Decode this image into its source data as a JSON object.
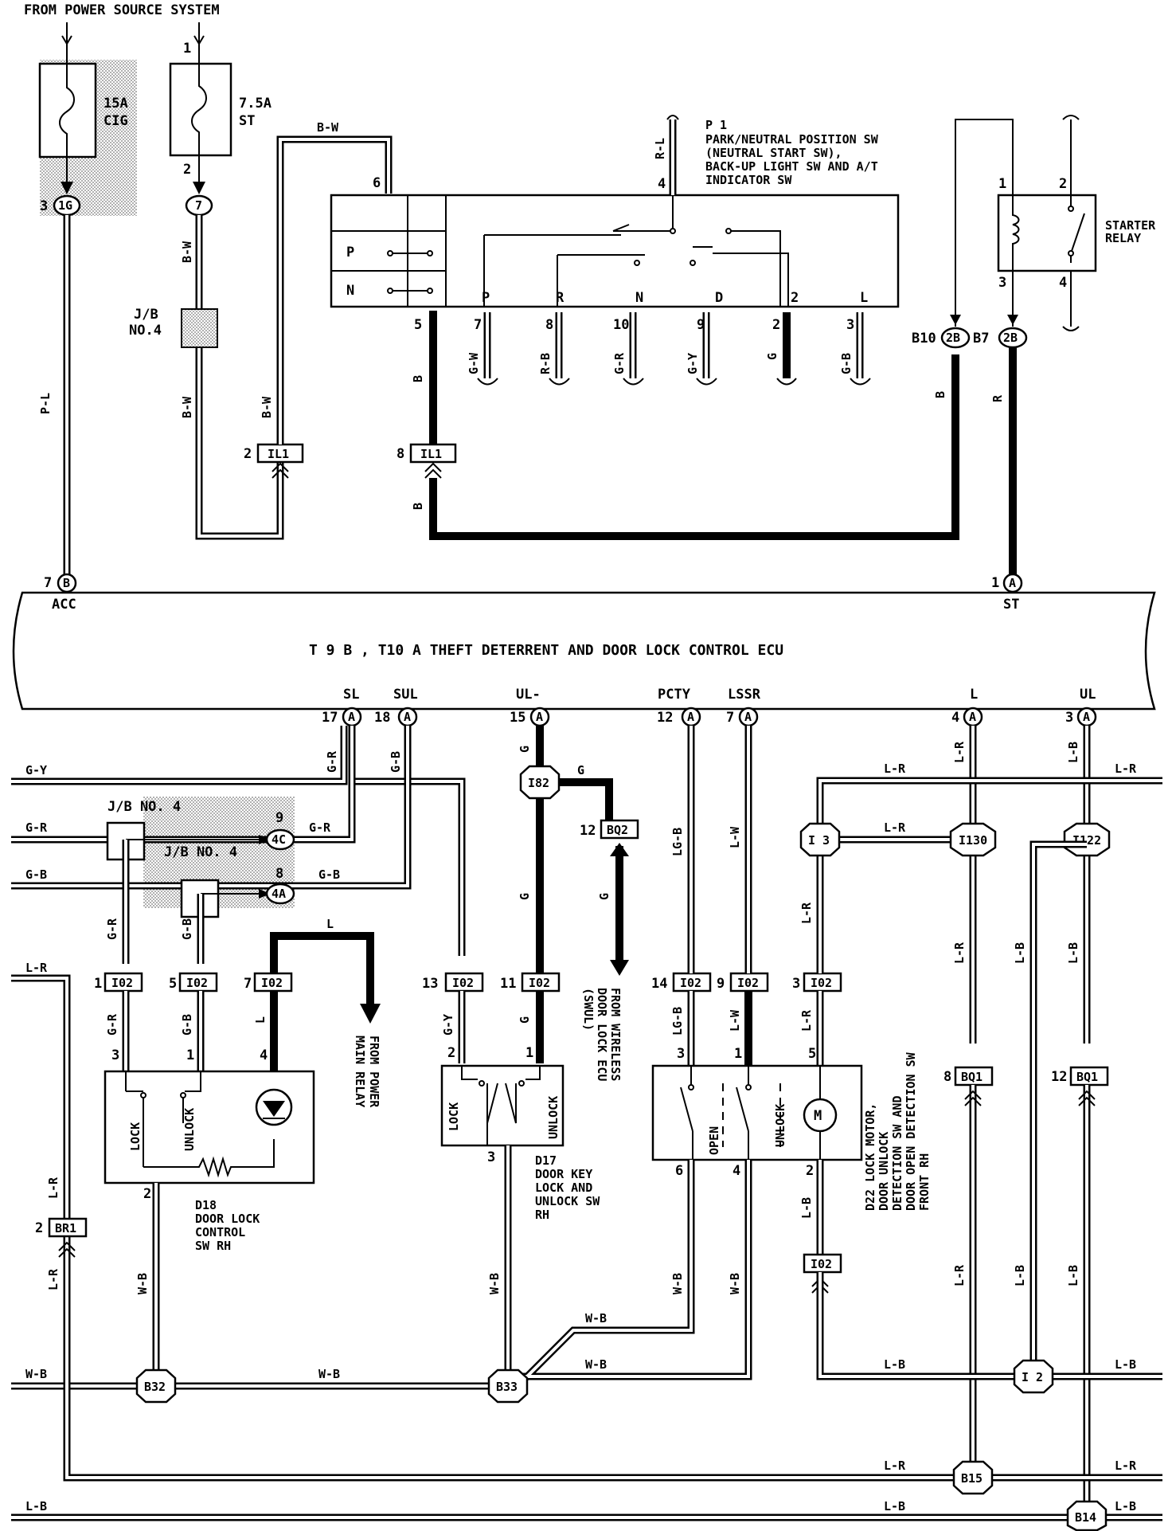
{
  "labels": {
    "power_source": "FROM POWER SOURCE SYSTEM",
    "fuse_cig": [
      "15A",
      "CIG"
    ],
    "fuse_st": [
      "7.5A",
      "ST"
    ],
    "jb4": [
      "J/B",
      "NO.4"
    ],
    "jb_no4": "J/B NO. 4",
    "p1_title": [
      "P 1",
      "PARK/NEUTRAL POSITION SW",
      "(NEUTRAL START SW),",
      "BACK-UP LIGHT SW AND A/T",
      "INDICATOR SW"
    ],
    "starter_relay": [
      "STARTER",
      "RELAY"
    ],
    "ecu_title": "T 9 B , T10 A  THEFT DETERRENT AND DOOR LOCK CONTROL ECU",
    "acc": "ACC",
    "st": "ST",
    "from_power_main_relay": [
      "FROM POWER",
      "MAIN RELAY"
    ],
    "from_wireless": [
      "FROM WIRELESS",
      "DOOR LOCK ECU",
      "(SWUL)"
    ],
    "d18": [
      "D18",
      "DOOR LOCK",
      "CONTROL",
      "SW RH"
    ],
    "d17": [
      "D17",
      "DOOR KEY",
      "LOCK AND",
      "UNLOCK SW",
      "RH"
    ],
    "d22": [
      "D22 LOCK MOTOR,",
      "DOOR UNLOCK",
      "DETECTION SW AND",
      "DOOR OPEN DETECTION SW",
      "FRONT RH"
    ],
    "lock": "LOCK",
    "unlock": "UNLOCK",
    "open": "OPEN"
  },
  "ecu_pins": [
    "SL",
    "SUL",
    "UL-",
    "PCTY",
    "LSSR",
    "L",
    "UL"
  ],
  "p1_positions": [
    "P",
    "R",
    "N",
    "D",
    "2",
    "L"
  ],
  "p1_pin_numbers": [
    "7",
    "8",
    "10",
    "9",
    "2",
    "3"
  ],
  "p1_wires": [
    "G-W",
    "R-B",
    "G-R",
    "G-Y",
    "G",
    "G-B"
  ],
  "connectors": {
    "1G": "1G",
    "7": "7",
    "IL1": "IL1",
    "2B": "2B",
    "B": "B",
    "A": "A",
    "4C": "4C",
    "4A": "4A",
    "I82": "I82",
    "BQ2": "BQ2",
    "I02": "I02",
    "I3": "I 3",
    "I130": "I130",
    "I122": "I122",
    "BR1": "BR1",
    "BQ1": "BQ1",
    "B32": "B32",
    "B33": "B33",
    "I2": "I 2",
    "B15": "B15",
    "B14": "B14"
  },
  "wire_colors": {
    "PL": "P-L",
    "BW": "B-W",
    "B": "B",
    "R": "R",
    "RL": "R-L",
    "GR": "G-R",
    "GB": "G-B",
    "GY": "G-Y",
    "G": "G",
    "LGB": "LG-B",
    "LW": "L-W",
    "LR": "L-R",
    "LB": "L-B",
    "WB": "W-B",
    "L": "L"
  }
}
